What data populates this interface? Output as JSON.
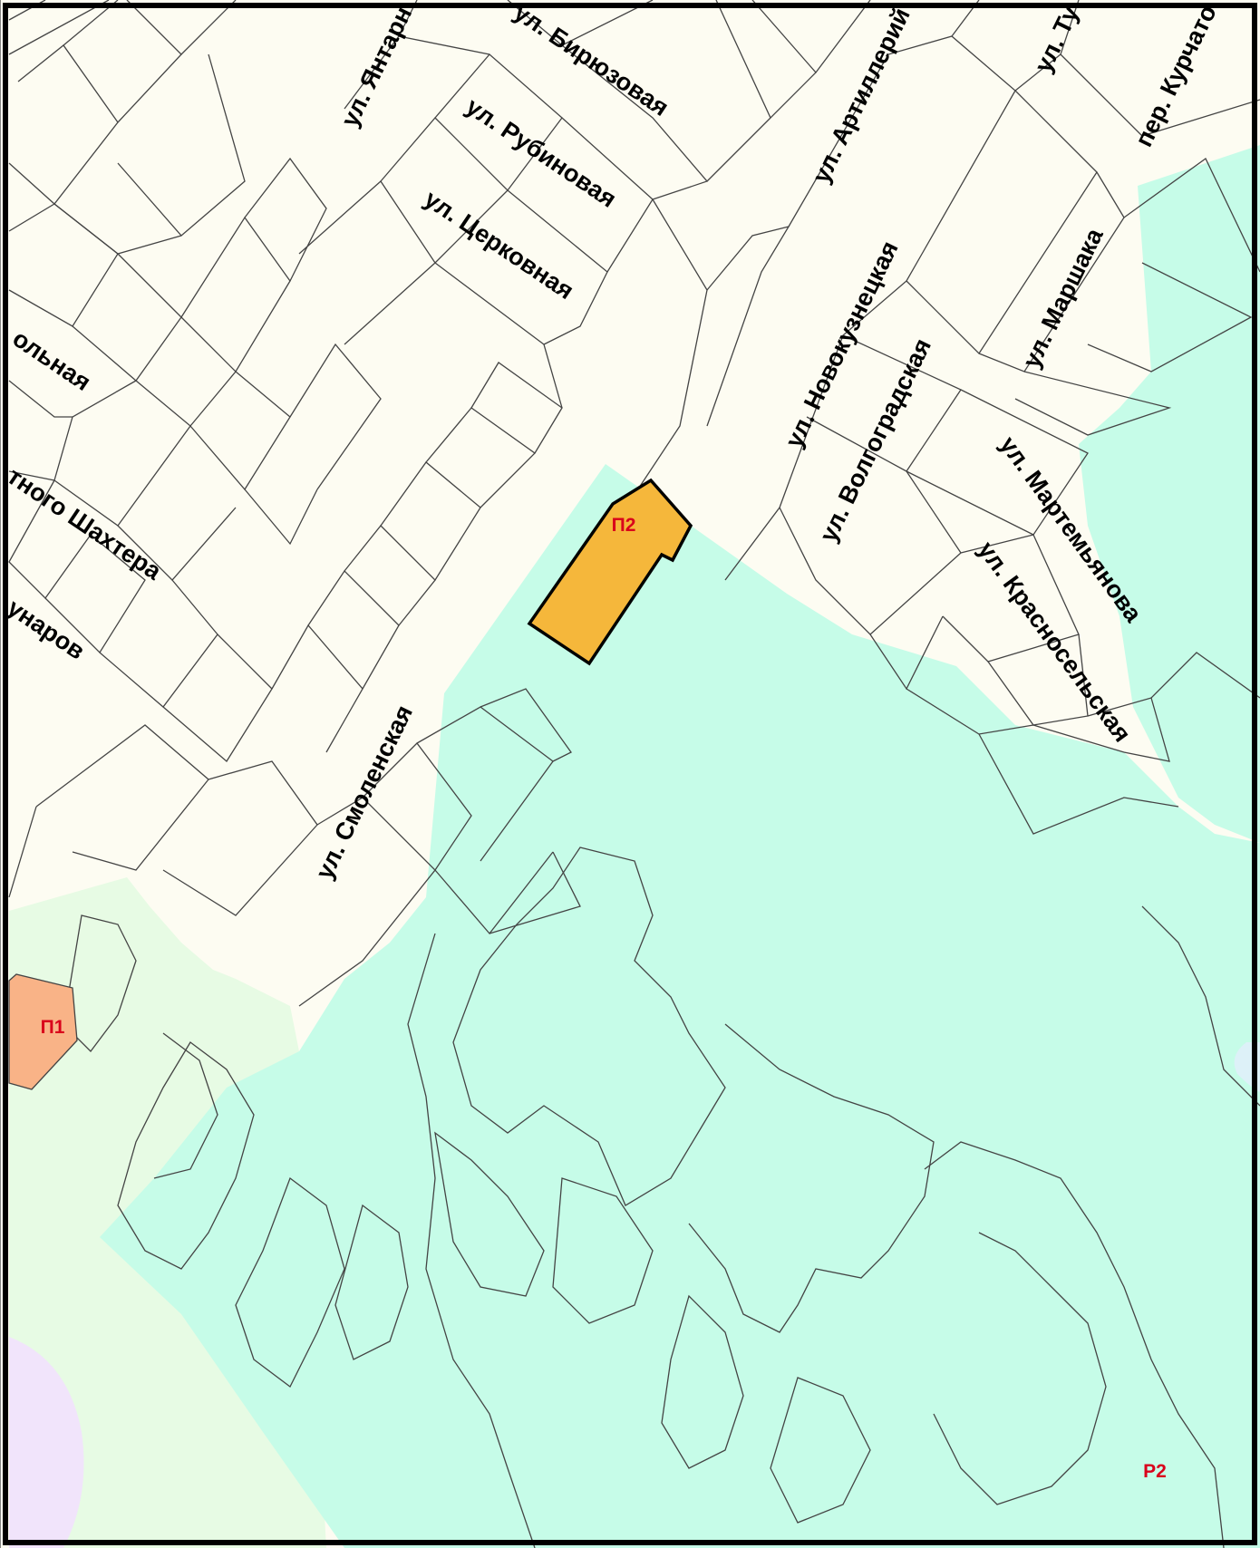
{
  "map": {
    "colors": {
      "residential": "#fdfcf2",
      "park_zone": "#c6fce8",
      "green_zone": "#e7fbe4",
      "industrial_p2": "#f5b73b",
      "industrial_p1": "#f9b387",
      "public_zone": "#f1e4fb",
      "water": "#ddf1f8",
      "zone_label": "#d9001b",
      "boundary": "#444444",
      "frame": "#000000"
    },
    "streets": [
      {
        "id": "birjuzovaya",
        "label": "ул. Бирюзовая"
      },
      {
        "id": "yantarnaya",
        "label": "ул. Янтарн"
      },
      {
        "id": "artilleriyskaya",
        "label": "ул. Артиллерий"
      },
      {
        "id": "tu",
        "label": "ул. Ту"
      },
      {
        "id": "kurchatova",
        "label": "пер. Курчато"
      },
      {
        "id": "rubinovaya",
        "label": "ул. Рубиновая"
      },
      {
        "id": "tserkovnaya",
        "label": "ул. Церковная"
      },
      {
        "id": "novokuznetskaya",
        "label": "ул. Новокузнецкая"
      },
      {
        "id": "marshaka",
        "label": "ул. Маршака"
      },
      {
        "id": "volgogradskaya",
        "label": "ул. Волгоградская"
      },
      {
        "id": "martemyanova",
        "label": "ул. Мартемьянова"
      },
      {
        "id": "krasnoselskaya",
        "label": "ул. Красносельская"
      },
      {
        "id": "smolenskaya",
        "label": "ул. Смоленская"
      },
      {
        "id": "olnaya",
        "label": "ольная"
      },
      {
        "id": "shakhtera",
        "label": "тного Шахтера"
      },
      {
        "id": "munarov",
        "label": "унаров"
      }
    ],
    "zones": [
      {
        "id": "p2",
        "label": "П2"
      },
      {
        "id": "p1",
        "label": "П1"
      },
      {
        "id": "r2",
        "label": "Р2"
      }
    ]
  }
}
